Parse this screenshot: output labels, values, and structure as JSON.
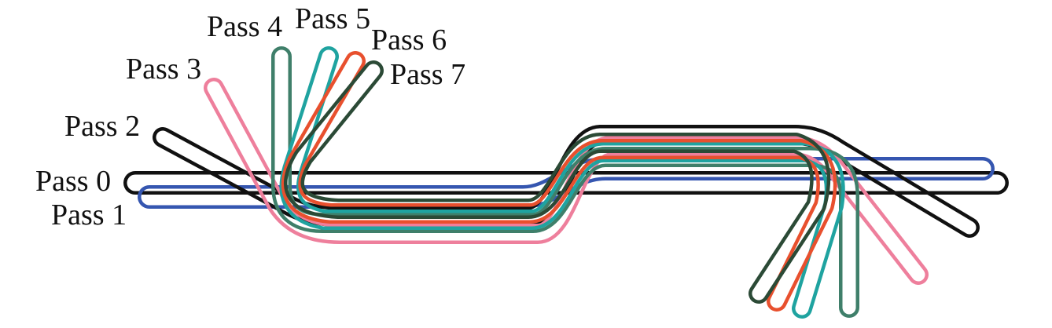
{
  "passes": [
    {
      "label": "Pass 0",
      "color": "#111111"
    },
    {
      "label": "Pass 1",
      "color": "#3556b0"
    },
    {
      "label": "Pass 2",
      "color": "#111111"
    },
    {
      "label": "Pass 3",
      "color": "#ee7f9c"
    },
    {
      "label": "Pass 4",
      "color": "#3f7f6a"
    },
    {
      "label": "Pass 5",
      "color": "#1fa3a0"
    },
    {
      "label": "Pass 6",
      "color": "#e8502e"
    },
    {
      "label": "Pass 7",
      "color": "#2b4a36"
    }
  ]
}
